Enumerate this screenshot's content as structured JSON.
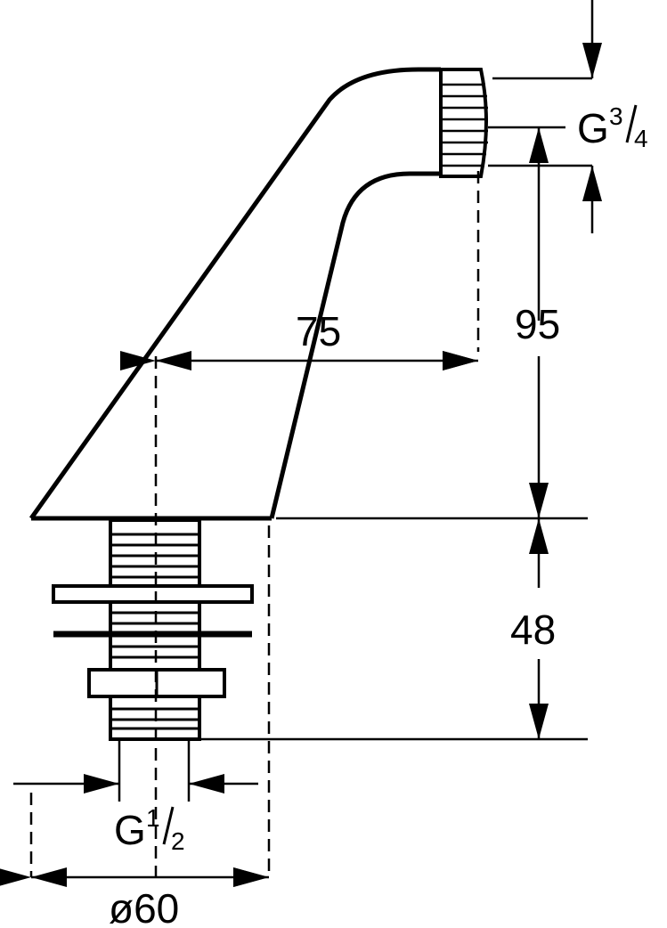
{
  "drawing": {
    "dimensions": {
      "reach": "75",
      "height_upper": "95",
      "height_lower": "48",
      "outlet_thread": {
        "prefix": "G",
        "num": "3",
        "den": "4"
      },
      "inlet_thread": {
        "prefix": "G",
        "num": "1",
        "den": "2"
      },
      "base_diameter": "ø60"
    },
    "colors": {
      "ink": "#000000",
      "background": "#ffffff"
    }
  }
}
